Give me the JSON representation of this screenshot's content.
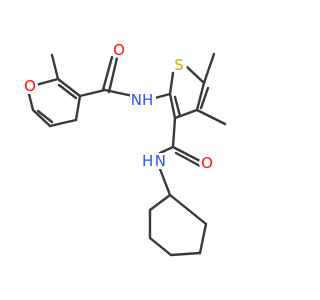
{
  "colors": {
    "background": "#ffffff",
    "bond": "#3a3a3a",
    "oxygen": "#ff0d0d",
    "nitrogen": "#3050f8",
    "sulfur": "#c8b400"
  },
  "atoms": {
    "furan_oxygen": "O",
    "amide1_oxygen": "O",
    "amide1_nitrogen": "NH",
    "thiophene_sulfur": "S",
    "amide2_nitrogen": "H N",
    "amide2_oxygen": "O"
  }
}
